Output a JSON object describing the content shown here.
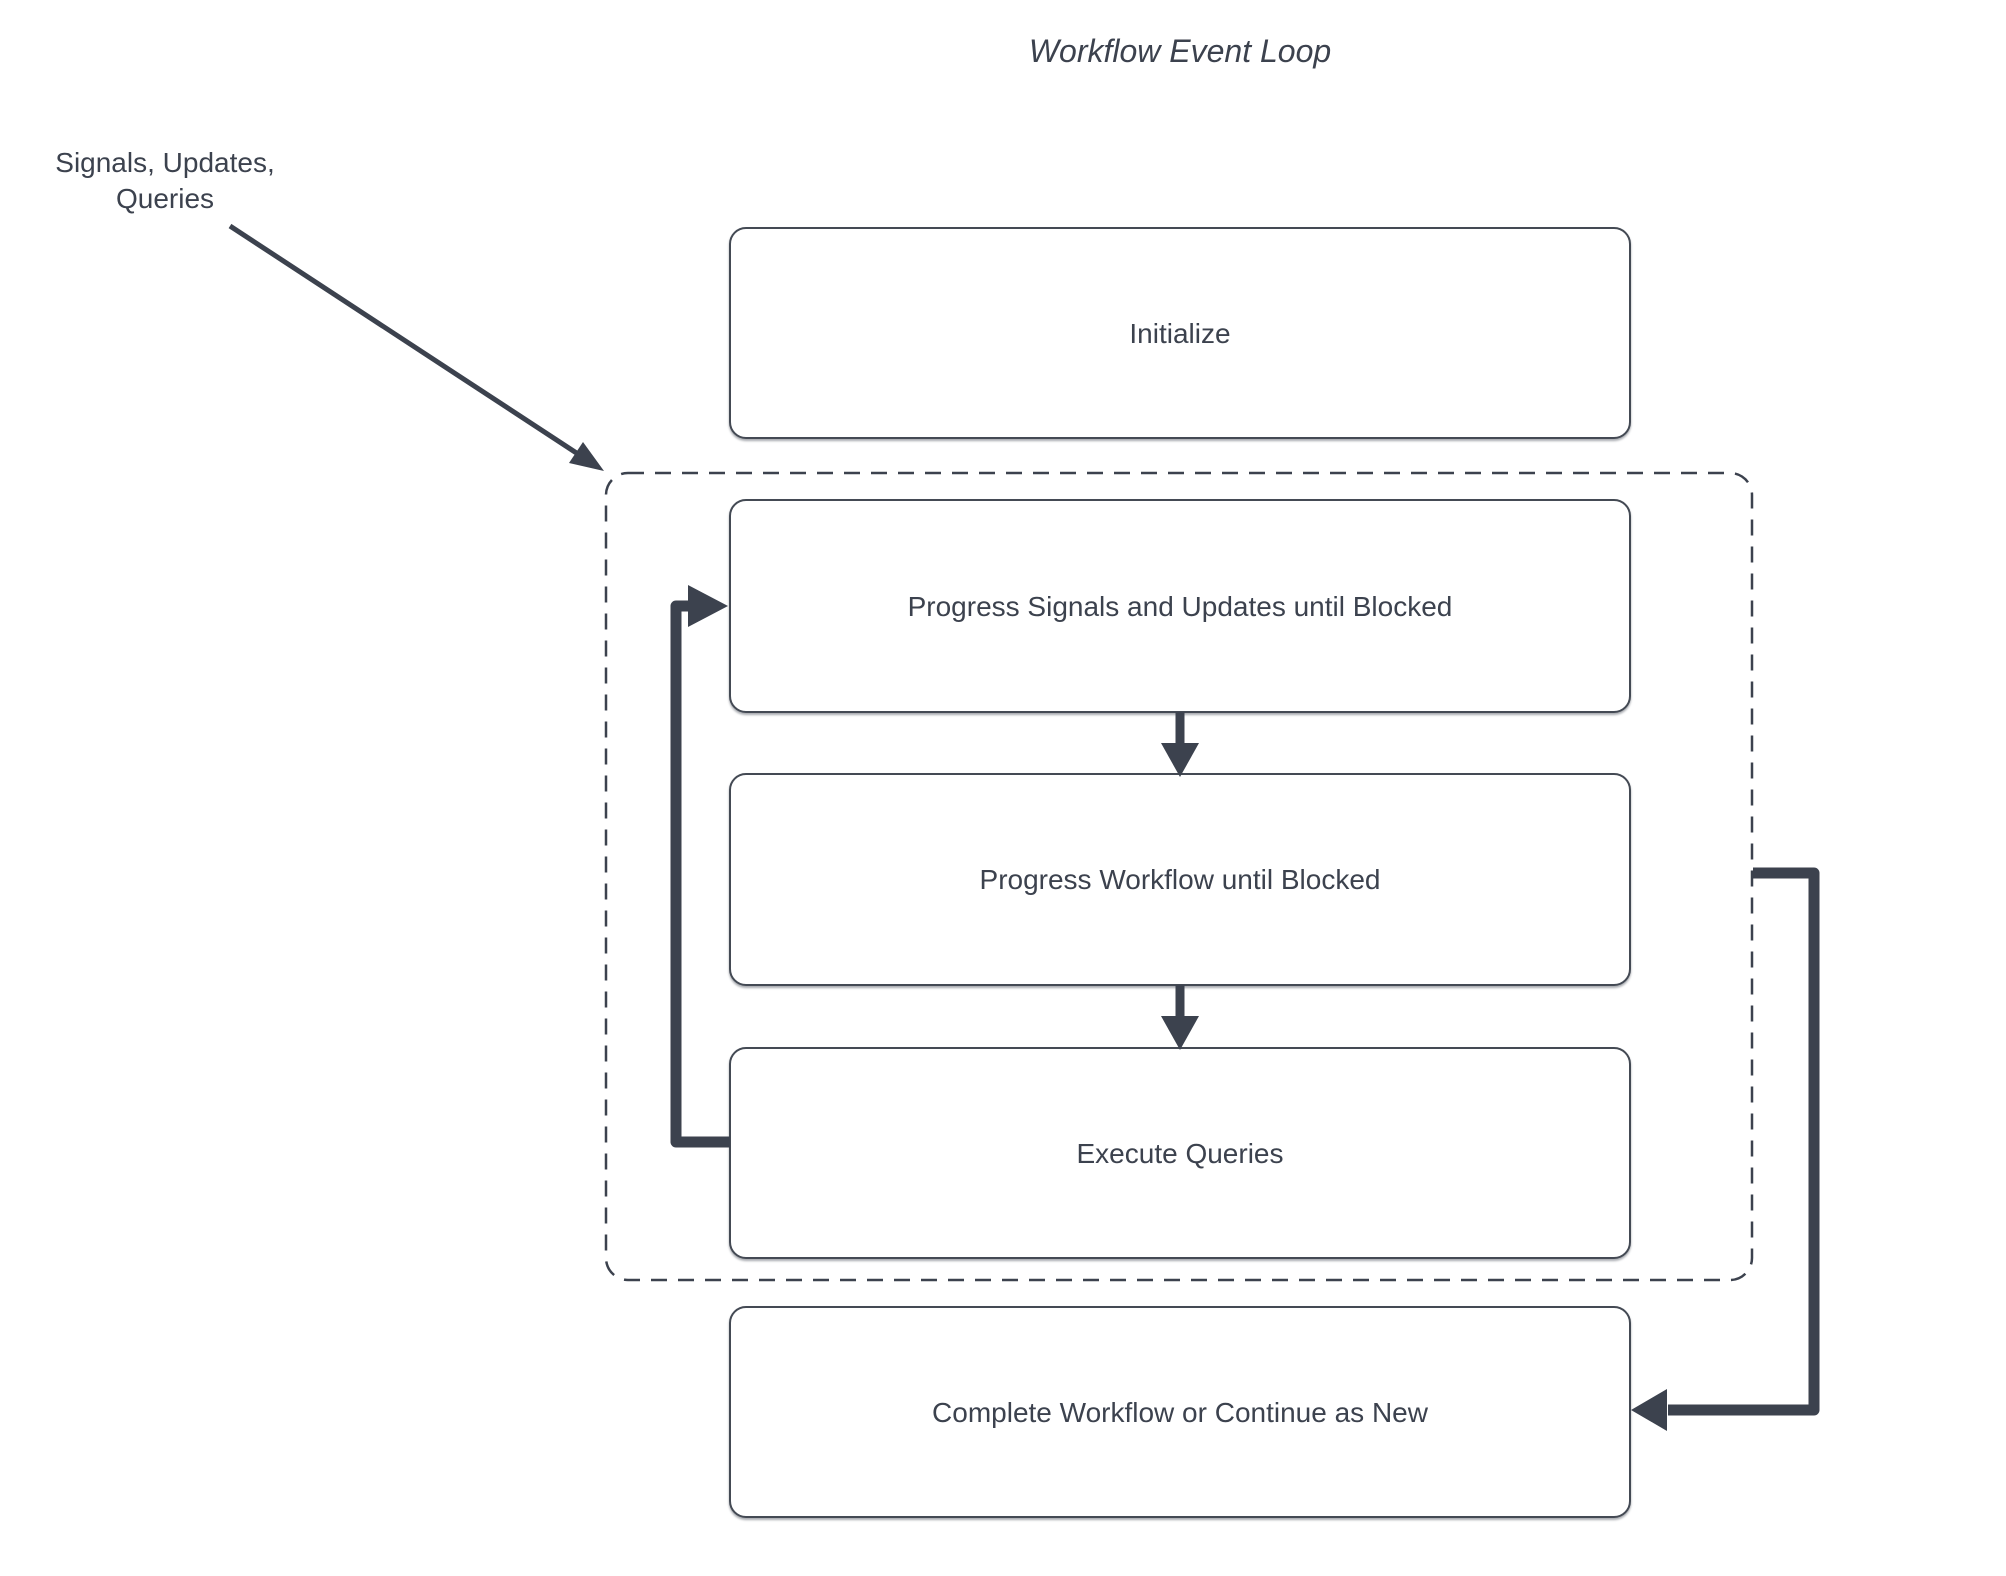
{
  "title": "Workflow Event Loop",
  "annotation": {
    "line1": "Signals, Updates,",
    "line2": "Queries"
  },
  "nodes": {
    "initialize": "Initialize",
    "progress_signals": "Progress Signals and Updates until Blocked",
    "progress_workflow": "Progress Workflow until Blocked",
    "execute_queries": "Execute Queries",
    "complete": "Complete Workflow or Continue as New"
  },
  "loop_container": {
    "style": "dashed",
    "contains": [
      "progress_signals",
      "progress_workflow",
      "execute_queries"
    ]
  },
  "edges": [
    {
      "from": "signals-updates-queries-annotation",
      "to": "event-loop-boundary",
      "style": "thin-arrow"
    },
    {
      "from": "progress_signals",
      "to": "progress_workflow",
      "style": "block-arrow"
    },
    {
      "from": "progress_workflow",
      "to": "execute_queries",
      "style": "block-arrow"
    },
    {
      "from": "execute_queries",
      "to": "progress_signals",
      "style": "thick-loop-back-left"
    },
    {
      "from": "event-loop-boundary",
      "to": "complete",
      "style": "thick-exit-right"
    }
  ],
  "colors": {
    "stroke": "#3c424e",
    "text": "#3c424e",
    "node_border": "#444a54",
    "background": "#ffffff"
  }
}
